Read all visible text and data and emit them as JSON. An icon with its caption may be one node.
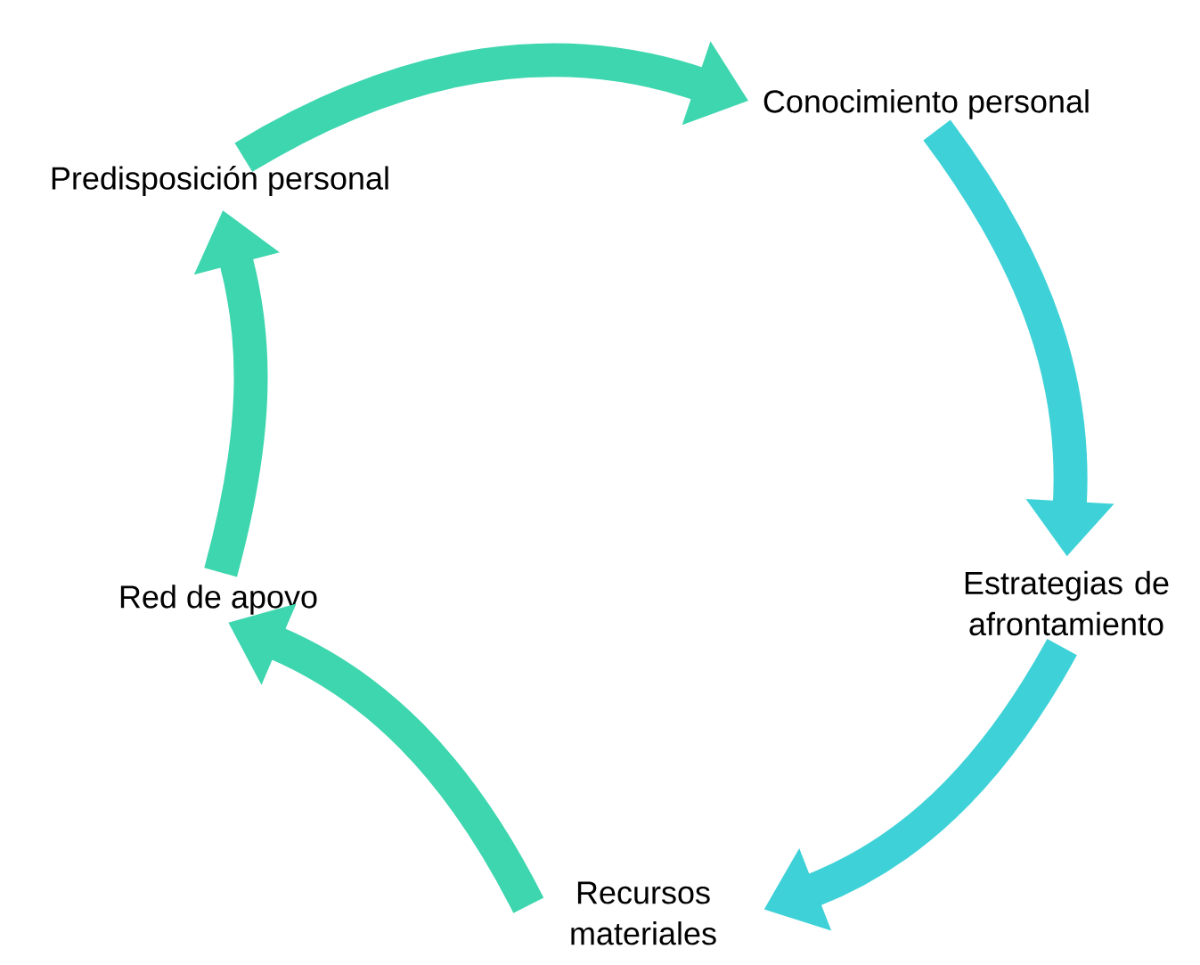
{
  "diagram": {
    "nodes": [
      {
        "text": [
          "Predisposición personal"
        ]
      },
      {
        "text": [
          "Conocimiento personal"
        ]
      },
      {
        "text": [
          "Estrategias de afrontamiento"
        ]
      },
      {
        "text": [
          "Recursos materiales"
        ]
      },
      {
        "text": [
          "Red de apoyo"
        ]
      }
    ],
    "edges": [
      {
        "from": 0,
        "to": 1,
        "arrow": "to"
      },
      {
        "from": 1,
        "to": 2,
        "arrow": "to",
        "color": "#3ed2d8"
      },
      {
        "from": 2,
        "to": 3,
        "arrow": "to",
        "color": "#3ed2d8"
      },
      {
        "from": 3,
        "to": 4,
        "arrow": "to"
      },
      {
        "from": 4,
        "to": 0,
        "arrow": "to"
      }
    ]
  }
}
